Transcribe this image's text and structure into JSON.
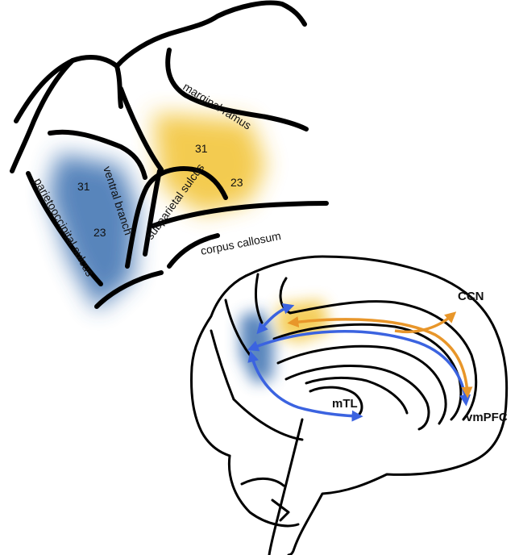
{
  "inset": {
    "labels": {
      "marginal_ramus": "marginal ramus",
      "ventral_branch": "ventral branch",
      "subparietal_sulcus": "subparietal sulcus",
      "parietooccipital_sulcus": "parietooccipital  sulcus",
      "corpus_callosum": "corpus callosum"
    },
    "areas": {
      "blue_upper": "31",
      "blue_lower": "23",
      "yellow_upper": "31",
      "yellow_lower": "23"
    }
  },
  "brain": {
    "labels": {
      "ccn": "CCN",
      "mtl": "mTL",
      "vmpfc": "vmPFC"
    }
  },
  "colors": {
    "blue_region": "#3a6fb0",
    "yellow_region": "#f2c230",
    "blue_arrow": "#3b63e0",
    "orange_arrow": "#e8962a"
  }
}
